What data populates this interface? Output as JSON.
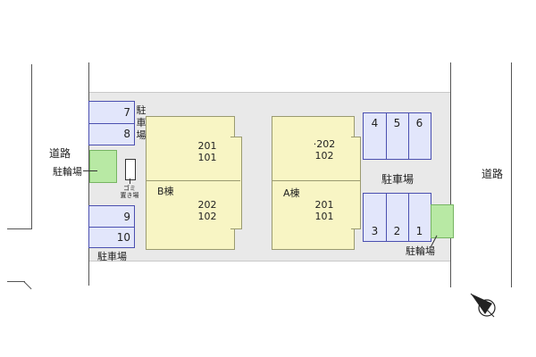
{
  "roads": {
    "left_label": "道路",
    "right_label": "道路"
  },
  "building_b": {
    "label": "B棟",
    "upper_units": [
      "201",
      "101"
    ],
    "lower_units": [
      "202",
      "102"
    ]
  },
  "building_a": {
    "label": "A棟",
    "upper_units": [
      "·202",
      "102"
    ],
    "lower_units": [
      "201",
      "101"
    ]
  },
  "left_parking": {
    "upper_spaces": [
      "7",
      "8"
    ],
    "upper_label_chars": [
      "駐",
      "車",
      "場"
    ],
    "lower_spaces": [
      "9",
      "10"
    ],
    "lower_label": "駐車場"
  },
  "right_parking": {
    "upper_spaces": [
      "4",
      "5",
      "6"
    ],
    "lower_spaces": [
      "3",
      "2",
      "1"
    ],
    "label": "駐車場"
  },
  "bicycle_parking": {
    "left_label": "駐輪場",
    "right_label": "駐輪場"
  },
  "garbage": {
    "label_line1": "ゴミ",
    "label_line2": "置き場"
  },
  "compass": {
    "icon": "north-arrow-icon"
  },
  "colors": {
    "building_fill": "#f8f5c4",
    "parking_fill": "#e2e6fb",
    "parking_border": "#4a4fb0",
    "bicycle_fill": "#b8e9a4",
    "lot_fill": "#e9e9e9"
  }
}
